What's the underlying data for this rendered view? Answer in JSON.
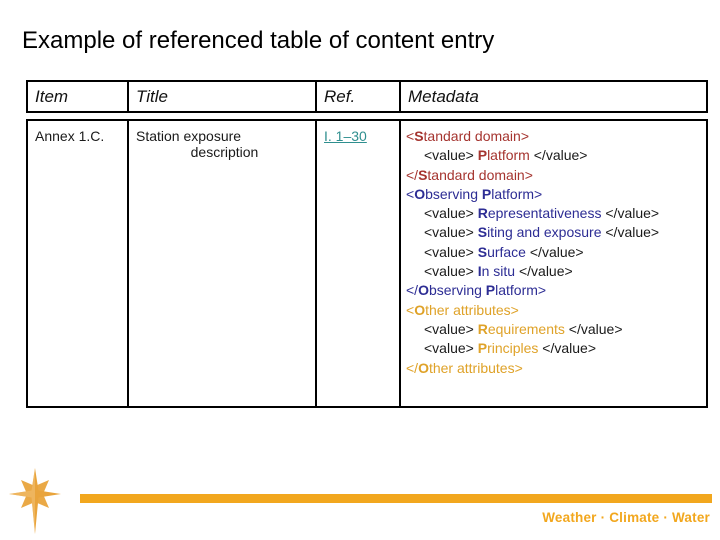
{
  "slide": {
    "title": "Example of referenced table of content entry"
  },
  "table": {
    "headers": [
      "Item",
      "Title",
      "Ref.",
      "Metadata"
    ],
    "row": {
      "item": "Annex 1.C.",
      "title_line1": "Station exposure",
      "title_line2": "description",
      "ref": "I. 1–30",
      "metadata_lines": [
        {
          "indent": 0,
          "segments": [
            {
              "t": "<",
              "c": "red"
            },
            {
              "t": "S",
              "c": "red",
              "b": true
            },
            {
              "t": "tandard domain>",
              "c": "red"
            }
          ]
        },
        {
          "indent": 1,
          "segments": [
            {
              "t": "<value> ",
              "c": "black"
            },
            {
              "t": "P",
              "c": "red",
              "b": true
            },
            {
              "t": "latform",
              "c": "red"
            },
            {
              "t": " </value>",
              "c": "black"
            }
          ]
        },
        {
          "indent": 0,
          "segments": [
            {
              "t": "</",
              "c": "red"
            },
            {
              "t": "S",
              "c": "red",
              "b": true
            },
            {
              "t": "tandard domain>",
              "c": "red"
            }
          ]
        },
        {
          "indent": 0,
          "segments": [
            {
              "t": "<",
              "c": "blue"
            },
            {
              "t": "O",
              "c": "blue",
              "b": true
            },
            {
              "t": "bserving ",
              "c": "blue"
            },
            {
              "t": "P",
              "c": "blue",
              "b": true
            },
            {
              "t": "latform>",
              "c": "blue"
            }
          ]
        },
        {
          "indent": 1,
          "segments": [
            {
              "t": "<value> ",
              "c": "black"
            },
            {
              "t": "R",
              "c": "blue",
              "b": true
            },
            {
              "t": "epresentativeness",
              "c": "blue"
            },
            {
              "t": " </value>",
              "c": "black"
            }
          ]
        },
        {
          "indent": 1,
          "segments": [
            {
              "t": "<value> ",
              "c": "black"
            },
            {
              "t": "S",
              "c": "blue",
              "b": true
            },
            {
              "t": "iting and exposure",
              "c": "blue"
            },
            {
              "t": " </value>",
              "c": "black"
            }
          ]
        },
        {
          "indent": 1,
          "segments": [
            {
              "t": "<value> ",
              "c": "black"
            },
            {
              "t": "S",
              "c": "blue",
              "b": true
            },
            {
              "t": "urface",
              "c": "blue"
            },
            {
              "t": " </value>",
              "c": "black"
            }
          ]
        },
        {
          "indent": 1,
          "segments": [
            {
              "t": "<value> ",
              "c": "black"
            },
            {
              "t": "I",
              "c": "blue",
              "b": true
            },
            {
              "t": "n situ",
              "c": "blue"
            },
            {
              "t": " </value>",
              "c": "black"
            }
          ]
        },
        {
          "indent": 0,
          "segments": [
            {
              "t": "</",
              "c": "blue"
            },
            {
              "t": "O",
              "c": "blue",
              "b": true
            },
            {
              "t": "bserving ",
              "c": "blue"
            },
            {
              "t": "P",
              "c": "blue",
              "b": true
            },
            {
              "t": "latform>",
              "c": "blue"
            }
          ]
        },
        {
          "indent": 0,
          "segments": [
            {
              "t": "<",
              "c": "orange"
            },
            {
              "t": "O",
              "c": "orange",
              "b": true
            },
            {
              "t": "ther attributes>",
              "c": "orange"
            }
          ]
        },
        {
          "indent": 1,
          "segments": [
            {
              "t": "<value> ",
              "c": "black"
            },
            {
              "t": "R",
              "c": "orange",
              "b": true
            },
            {
              "t": "equirements",
              "c": "orange"
            },
            {
              "t": " </value>",
              "c": "black"
            }
          ]
        },
        {
          "indent": 1,
          "segments": [
            {
              "t": "<value> ",
              "c": "black"
            },
            {
              "t": "P",
              "c": "orange",
              "b": true
            },
            {
              "t": "rinciples",
              "c": "orange"
            },
            {
              "t": " </value>",
              "c": "black"
            }
          ]
        },
        {
          "indent": 0,
          "segments": [
            {
              "t": "</",
              "c": "orange"
            },
            {
              "t": "O",
              "c": "orange",
              "b": true
            },
            {
              "t": "ther attributes>",
              "c": "orange"
            }
          ]
        }
      ]
    }
  },
  "footer": {
    "tagline": "Weather · Climate · Water",
    "compass_icon": "compass-rose"
  },
  "colors": {
    "red": "#A5342F",
    "blue": "#2D2D94",
    "orange": "#DFA228",
    "black": "#1A1A1A",
    "link": "#2F8F8F",
    "gold": "#F2A71E",
    "compass_gold": "#E9A43C"
  }
}
